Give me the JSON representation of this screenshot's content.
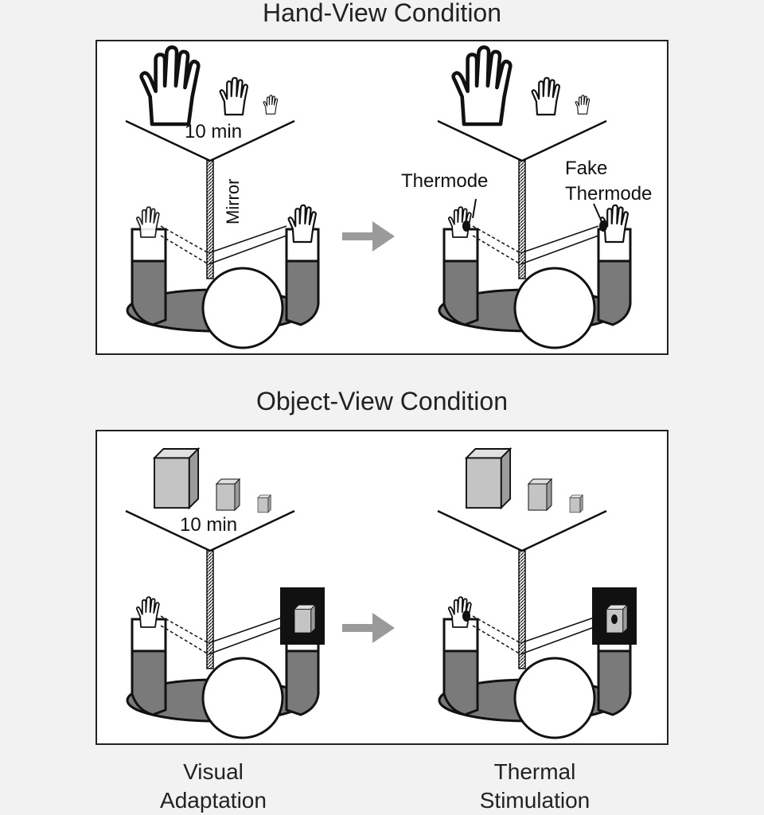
{
  "hand_view": {
    "title": "Hand-View Condition",
    "duration_label": "10 min",
    "mirror_label": "Mirror",
    "thermode_label": "Thermode",
    "fake_thermode_line1": "Fake",
    "fake_thermode_line2": "Thermode"
  },
  "object_view": {
    "title": "Object-View Condition",
    "duration_label": "10 min"
  },
  "captions": {
    "left_line1": "Visual",
    "left_line2": "Adaptation",
    "right_line1": "Thermal",
    "right_line2": "Stimulation"
  },
  "colors": {
    "arm_gray": "#7a7a7a",
    "cube_gray": "#c4c4c4",
    "arrow_gray": "#9a9a9a",
    "outline": "#111111"
  },
  "icons": [
    "hand-icon",
    "cube-icon",
    "mirror-icon",
    "arrow-right-icon",
    "head-icon",
    "thermode-icon"
  ]
}
